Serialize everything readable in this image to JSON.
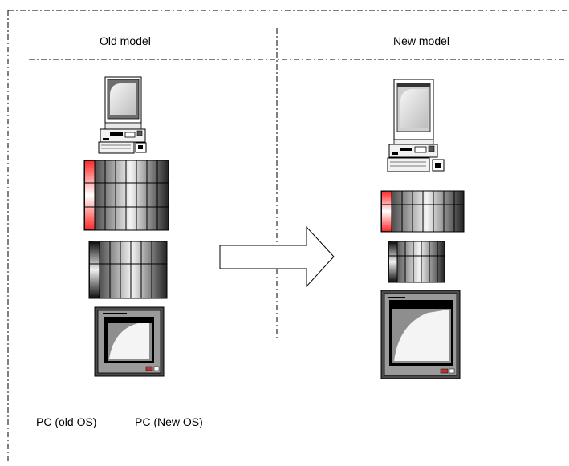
{
  "headers": {
    "left": "Old model",
    "right": "New model"
  },
  "footer": {
    "left": "PC (old OS)",
    "right": "PC (New OS)"
  },
  "colors": {
    "dash_line": "#000000",
    "accent_red": "#ff3333",
    "arrow_stroke": "#000000",
    "screen_grey": "#8c8c8c"
  },
  "icons": {
    "old_pc": "desktop-pc-icon",
    "new_pc": "desktop-pc-icon",
    "old_io_module_large": "io-module-icon",
    "old_io_module_small": "io-module-icon",
    "new_io_module_large": "io-module-icon",
    "new_io_module_small": "io-module-icon",
    "old_display": "panel-display-icon",
    "new_display": "panel-display-icon",
    "transition_arrow": "right-arrow-icon"
  }
}
